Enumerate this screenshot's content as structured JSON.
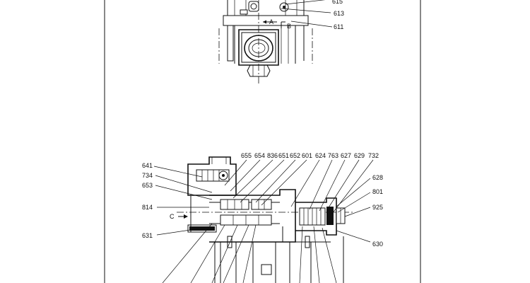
{
  "top_view": {
    "callouts": [
      "615",
      "613",
      "611"
    ],
    "section_marks": [
      "A",
      "B"
    ]
  },
  "bottom_view": {
    "top_callouts": [
      "655",
      "654",
      "836",
      "651",
      "652",
      "601",
      "624",
      "763",
      "627",
      "629",
      "732"
    ],
    "left_callouts": [
      "641",
      "734",
      "653",
      "814",
      "631"
    ],
    "right_callouts": [
      "628",
      "801",
      "925",
      "630"
    ],
    "section_mark": "C"
  }
}
